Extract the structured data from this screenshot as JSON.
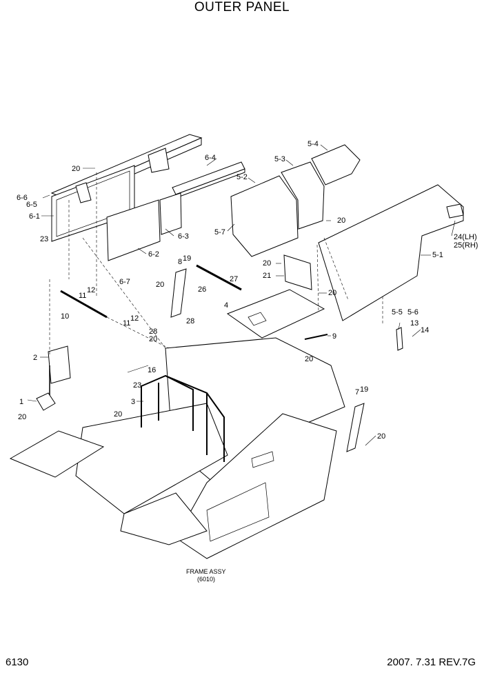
{
  "title": "OUTER PANEL",
  "page_number": "6130",
  "revision": "2007. 7.31  REV.7G",
  "frame_note": {
    "line1": "FRAME ASSY",
    "line2": "(6010)"
  },
  "labels": {
    "l20a": "20",
    "l6_4": "6-4",
    "l5_4": "5-4",
    "l5_3": "5-3",
    "l5_2": "5-2",
    "l6_6": "6-6",
    "l6_5": "6-5",
    "l6_1": "6-1",
    "l23a": "23",
    "l6_3": "6-3",
    "l6_2": "6-2",
    "l6_7": "6-7",
    "l5_7": "5-7",
    "l20b": "20",
    "l24": "24(LH)",
    "l25": "25(RH)",
    "l5_1": "5-1",
    "l20c": "20",
    "l21": "21",
    "l20d": "20",
    "l8": "8",
    "l19a": "19",
    "l26": "26",
    "l27": "27",
    "l20e": "20",
    "l12a": "12",
    "l11a": "11",
    "l4": "4",
    "l10": "10",
    "l11b": "11",
    "l12b": "12",
    "l28a": "28",
    "l28b": "28",
    "l20f": "20",
    "l9": "9",
    "l5_5": "5-5",
    "l5_6": "5-6",
    "l13": "13",
    "l14": "14",
    "l2": "2",
    "l20g": "20",
    "l23b": "23",
    "l16": "16",
    "l1": "1",
    "l3": "3",
    "l20h": "20",
    "l20i": "20",
    "l7": "7",
    "l19b": "19",
    "l20j": "20"
  }
}
